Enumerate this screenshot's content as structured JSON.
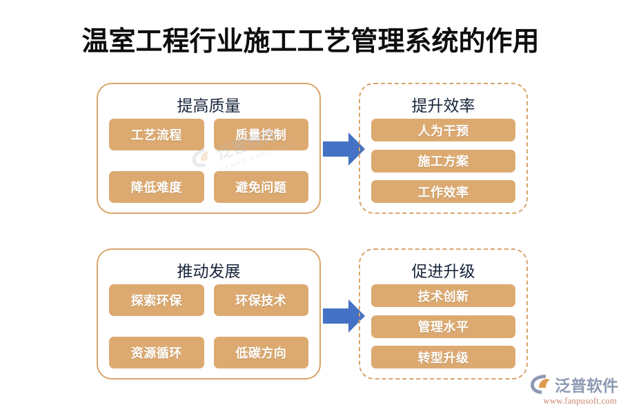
{
  "title": "温室工程行业施工工艺管理系统的作用",
  "colors": {
    "pill_fill": "#dcaa71",
    "panel_border": "#d9a46a",
    "arrow_blue": "#4472c4",
    "title_text": "#0d0d0d",
    "heading_text": "#17243b",
    "pill_text": "#ffffff",
    "logo_text": "#8d99b3",
    "logo_url": "#c9846a",
    "background": "#ffffff"
  },
  "panels": [
    {
      "id": "improve-quality",
      "heading": "提高质量",
      "border_style": "solid",
      "layout": "grid2",
      "items": [
        "工艺流程",
        "质量控制",
        "降低难度",
        "避免问题"
      ]
    },
    {
      "id": "boost-efficiency",
      "heading": "提升效率",
      "border_style": "dashed",
      "layout": "stack",
      "items": [
        "人为干预",
        "施工方案",
        "工作效率"
      ]
    },
    {
      "id": "drive-development",
      "heading": "推动发展",
      "border_style": "solid",
      "layout": "grid2",
      "items": [
        "探索环保",
        "环保技术",
        "资源循环",
        "低碳方向"
      ]
    },
    {
      "id": "promote-upgrade",
      "heading": "促进升级",
      "border_style": "dashed",
      "layout": "stack",
      "items": [
        "技术创新",
        "管理水平",
        "转型升级"
      ]
    }
  ],
  "arrows": [
    {
      "id": "arrow-top",
      "icon": "arrow-right-icon",
      "direction": "right"
    },
    {
      "id": "arrow-bottom",
      "icon": "arrow-right-icon",
      "direction": "right"
    }
  ],
  "watermark": {
    "name": "泛普软件",
    "subtitle": "FANPU SOFTWARE"
  },
  "brand": {
    "name": "泛普软件",
    "url": "www.fanpusoft.com"
  }
}
